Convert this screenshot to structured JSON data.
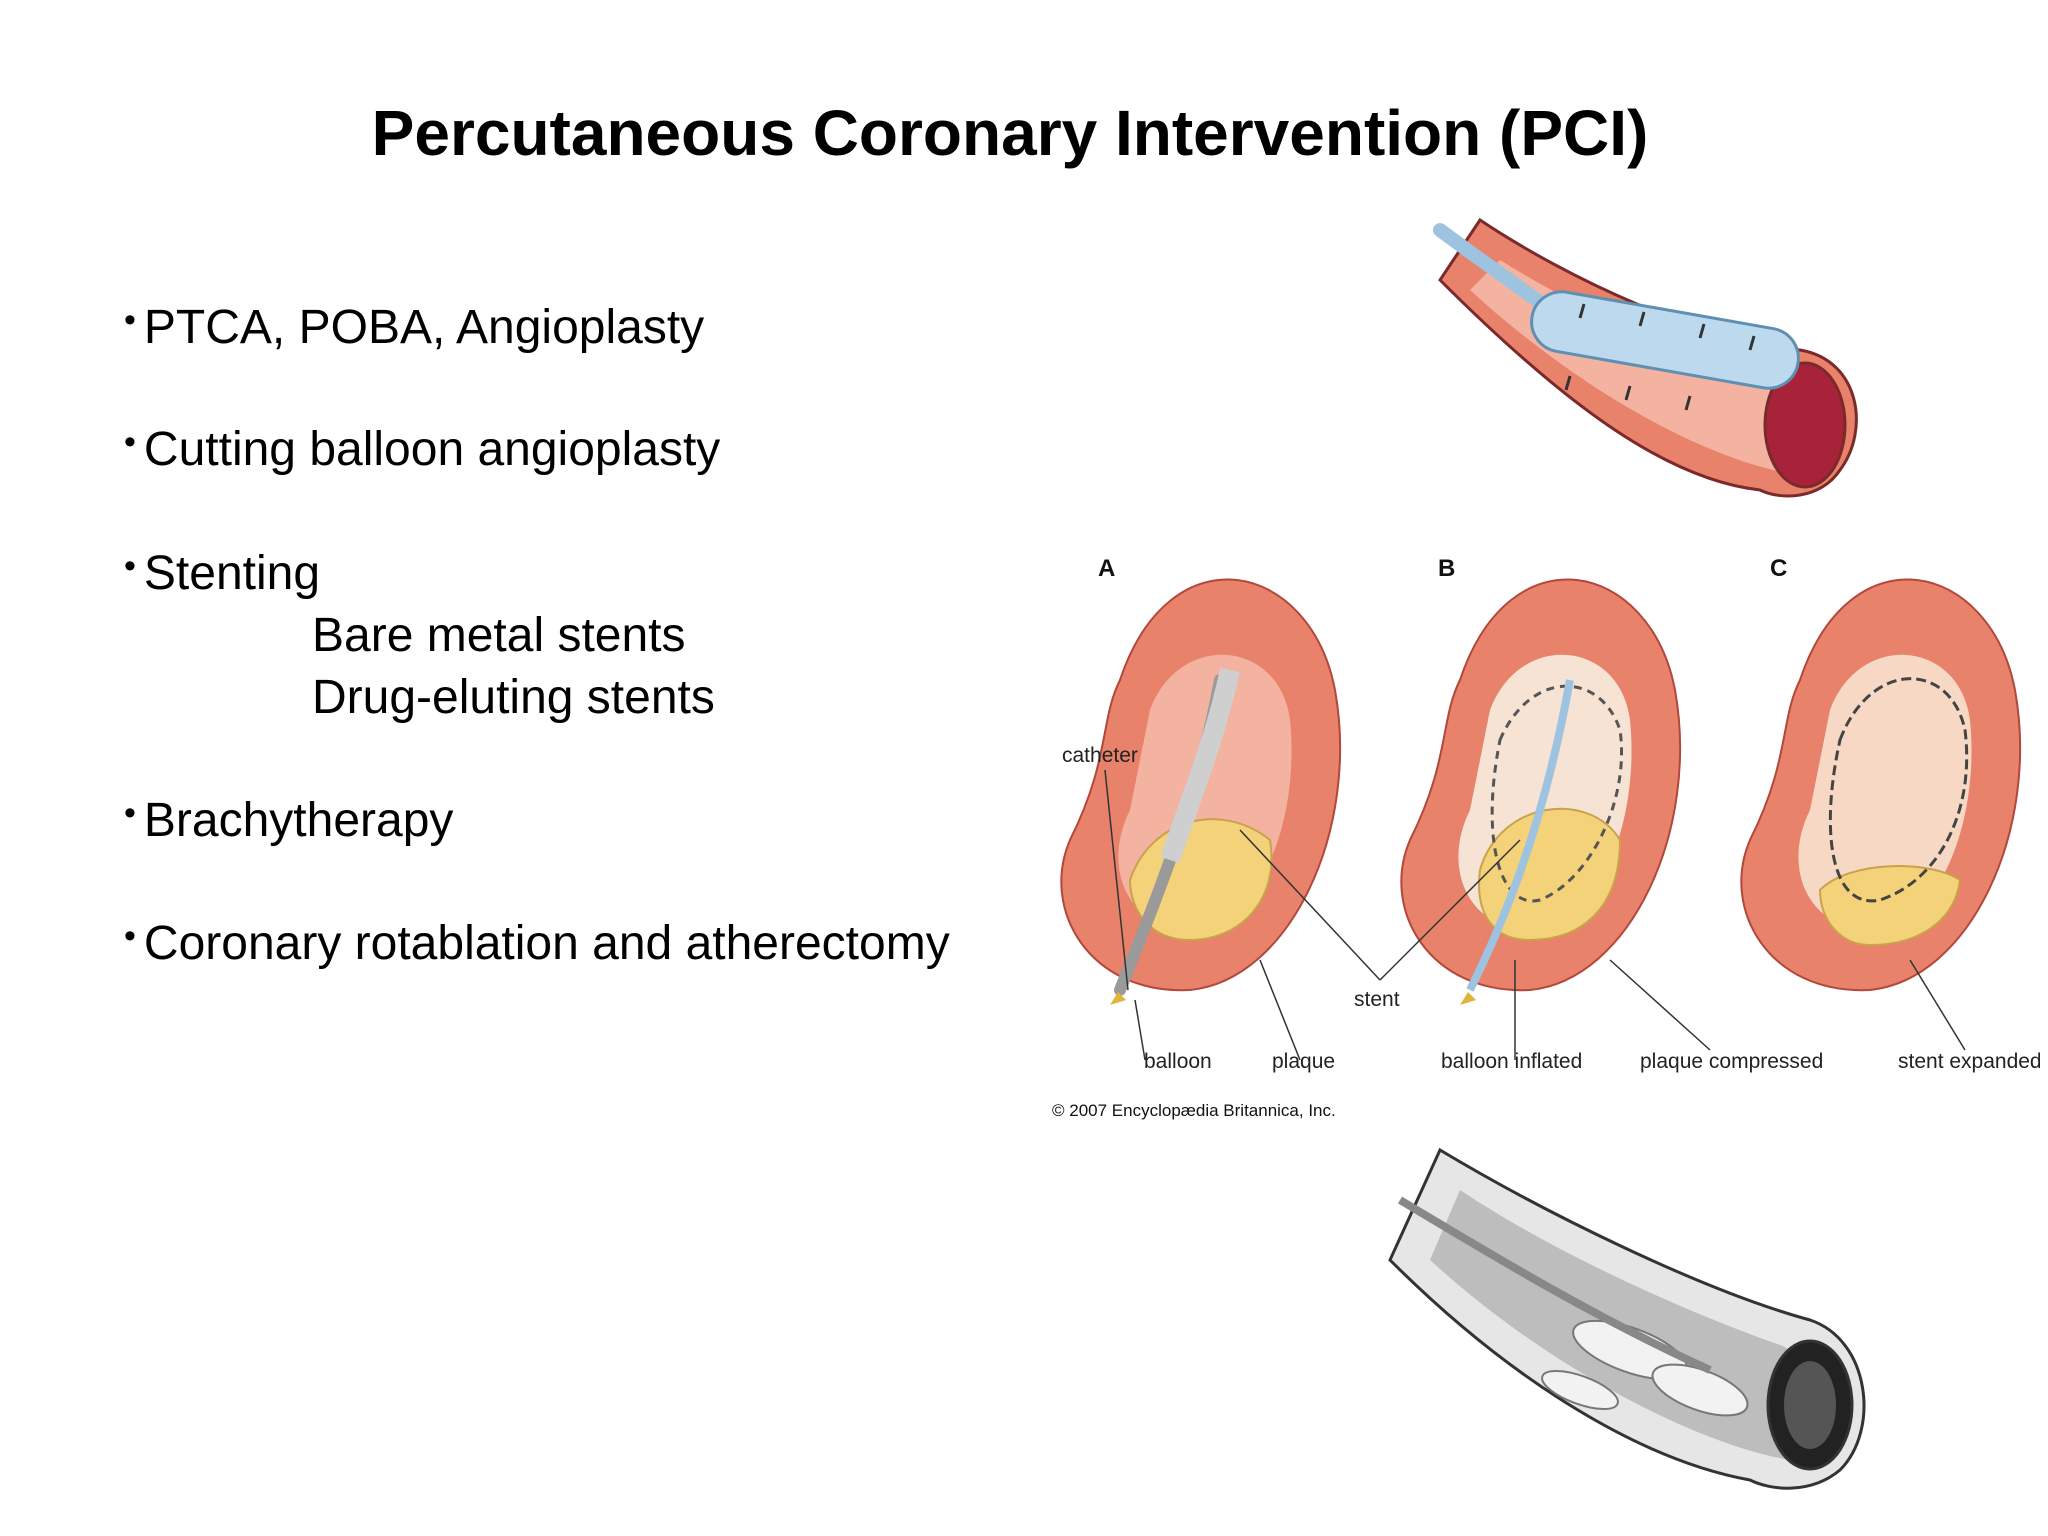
{
  "slide": {
    "title": "Percutaneous Coronary Intervention (PCI)",
    "bullets": [
      {
        "text": "PTCA, POBA, Angioplasty"
      },
      {
        "text": "Cutting balloon angioplasty"
      },
      {
        "text": "Stenting",
        "sub": [
          "Bare metal stents",
          "Drug-eluting stents"
        ]
      },
      {
        "text": "Brachytherapy"
      },
      {
        "text": "Coronary rotablation and atherectomy"
      }
    ],
    "bullet_glyph": "•"
  },
  "figure": {
    "panels": [
      "A",
      "B",
      "C"
    ],
    "labels": {
      "catheter": "catheter",
      "stent": "stent",
      "balloon": "balloon",
      "plaque": "plaque",
      "balloon_inflated": "balloon inflated",
      "plaque_compressed": "plaque compressed",
      "stent_expanded": "stent expanded"
    },
    "credit": "© 2007 Encyclopædia Britannica, Inc."
  },
  "colors": {
    "artery_outer": "#e8826a",
    "artery_light": "#f4b3a0",
    "artery_dark": "#c94f45",
    "lumen": "#a8233a",
    "plaque": "#f3d27a",
    "balloon": "#bcd9ee",
    "catheter": "#9ec3e0",
    "stent": "#555555"
  }
}
